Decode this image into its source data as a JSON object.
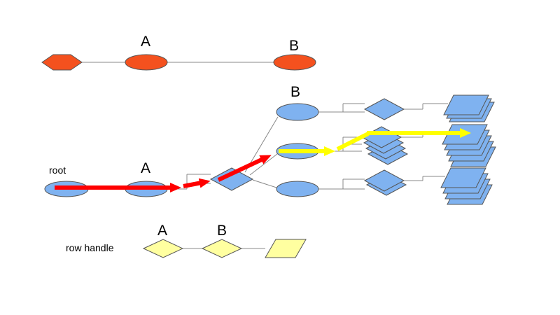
{
  "colors": {
    "background": "#ffffff",
    "label_color": "#000000",
    "orange_fill": "#f4511e",
    "blue_fill": "#7fb2f0",
    "pale_yellow_fill": "#ffffa0",
    "red_arrow": "#ff0000",
    "yellow_arrow": "#ffff00",
    "shape_stroke": "#555555",
    "edge_line": "#888888"
  },
  "top_chain": {
    "a_label": "A",
    "b_label": "B"
  },
  "tree": {
    "root_label": "root",
    "a_label": "A",
    "b_label": "B"
  },
  "bottom_chain": {
    "caption": "row handle",
    "a_label": "A",
    "b_label": "B"
  }
}
